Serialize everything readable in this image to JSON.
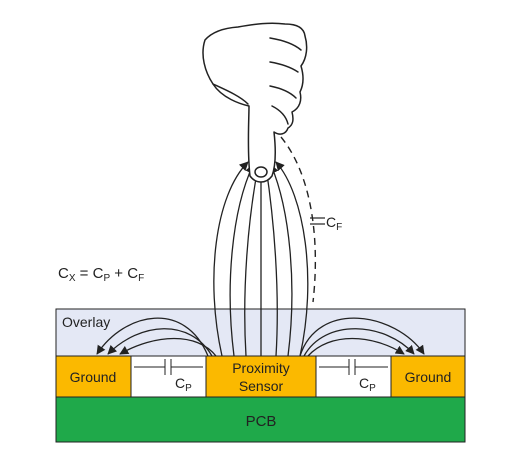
{
  "labels": {
    "overlay": "Overlay",
    "ground_left": "Ground",
    "ground_right": "Ground",
    "sensor_line1": "Proximity",
    "sensor_line2": "Sensor",
    "pcb": "PCB",
    "cp_left": {
      "main": "C",
      "sub": "P"
    },
    "cp_right": {
      "main": "C",
      "sub": "P"
    },
    "cf": {
      "main": "C",
      "sub": "F"
    },
    "equation": {
      "cx_main": "C",
      "cx_sub": "X",
      "eq": " = ",
      "cp_main": "C",
      "cp_sub": "P",
      "plus": " + ",
      "cf_main": "C",
      "cf_sub": "F"
    }
  },
  "colors": {
    "overlay": "#e4e8f5",
    "electrode": "#fbb900",
    "pcb": "#1fa94a",
    "stroke": "#222222",
    "background": "#ffffff"
  }
}
